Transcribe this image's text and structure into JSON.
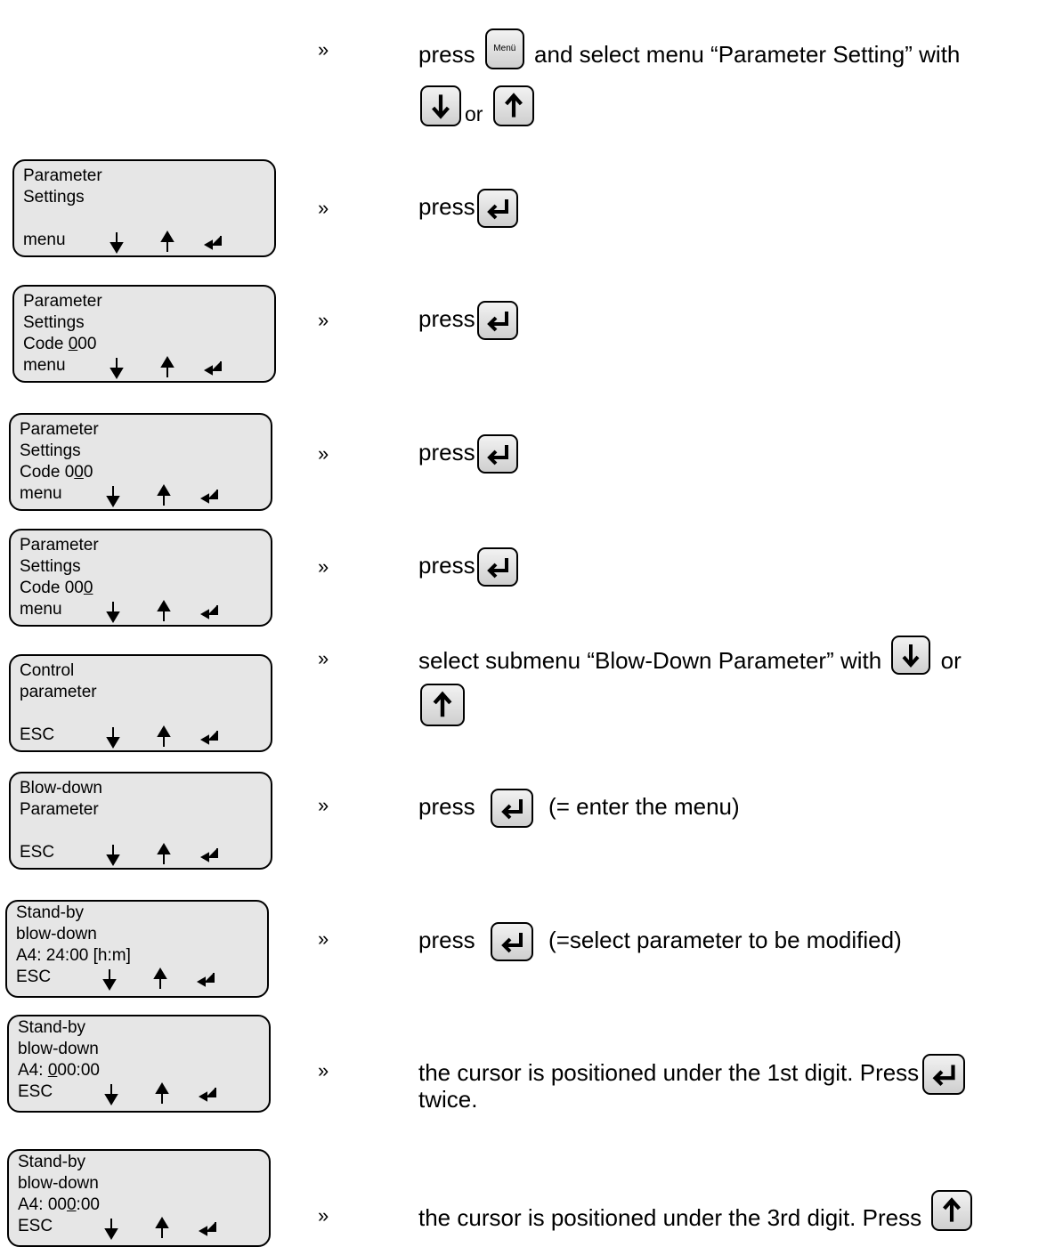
{
  "steps": [
    {
      "display": null,
      "guillemet": "»",
      "before": "press",
      "key1": "menu",
      "middle": "and select menu “Parameter Setting” with",
      "key2": "down",
      "or_text": "or",
      "key3": "up"
    },
    {
      "display": {
        "lines": [
          "Parameter",
          "Settings",
          ""
        ],
        "softkey": "menu"
      },
      "guillemet": "»",
      "before": "press",
      "key1": "enter"
    },
    {
      "display": {
        "lines": [
          "Parameter",
          "Settings",
          "Code 000"
        ],
        "softkey": "menu",
        "cursor_digit": 1
      },
      "guillemet": "»",
      "before": "press",
      "key1": "enter"
    },
    {
      "display": {
        "lines": [
          "Parameter",
          "Settings",
          "Code 000"
        ],
        "softkey": "menu",
        "cursor_digit": 2
      },
      "guillemet": "»",
      "before": "press",
      "key1": "enter"
    },
    {
      "display": {
        "lines": [
          "Parameter",
          "Settings",
          "Code 000"
        ],
        "softkey": "menu",
        "cursor_digit": 3
      },
      "guillemet": "»",
      "before": "press",
      "key1": "enter"
    },
    {
      "display": {
        "lines": [
          "Control",
          "parameter",
          ""
        ],
        "softkey": "ESC"
      },
      "guillemet": "»",
      "before": "select submenu “Blow-Down Parameter” with",
      "key1": "down",
      "or_text": "or",
      "key2": "up"
    },
    {
      "display": {
        "lines": [
          "Blow-down",
          "Parameter",
          ""
        ],
        "softkey": "ESC"
      },
      "guillemet": "»",
      "before": "press",
      "key1": "enter",
      "after": "(= enter the menu)"
    },
    {
      "display": {
        "lines": [
          "Stand-by",
          "blow-down",
          "A4: 24:00 [h:m]"
        ],
        "softkey": "ESC"
      },
      "guillemet": "»",
      "before": "press",
      "key1": "enter",
      "after": "(=select parameter to be modified)"
    },
    {
      "display": {
        "lines": [
          "Stand-by",
          "blow-down",
          "A4: 000:00"
        ],
        "softkey": "ESC",
        "cursor_digit": 1
      },
      "guillemet": "»",
      "before": "the cursor is positioned under the 1st digit. Press",
      "key1": "enter",
      "line2": "twice."
    },
    {
      "display": {
        "lines": [
          "Stand-by",
          "blow-down",
          "A4: 000:00"
        ],
        "softkey": "ESC",
        "cursor_digit": 3
      },
      "guillemet": "»",
      "before": "the cursor is positioned under the 3rd digit. Press",
      "key1": "up"
    }
  ],
  "icons": {
    "menu_key_label": "Menü",
    "lcd_down": "down-arrow-icon",
    "lcd_up": "up-arrow-icon",
    "lcd_enter": "enter-arrow-icon"
  }
}
